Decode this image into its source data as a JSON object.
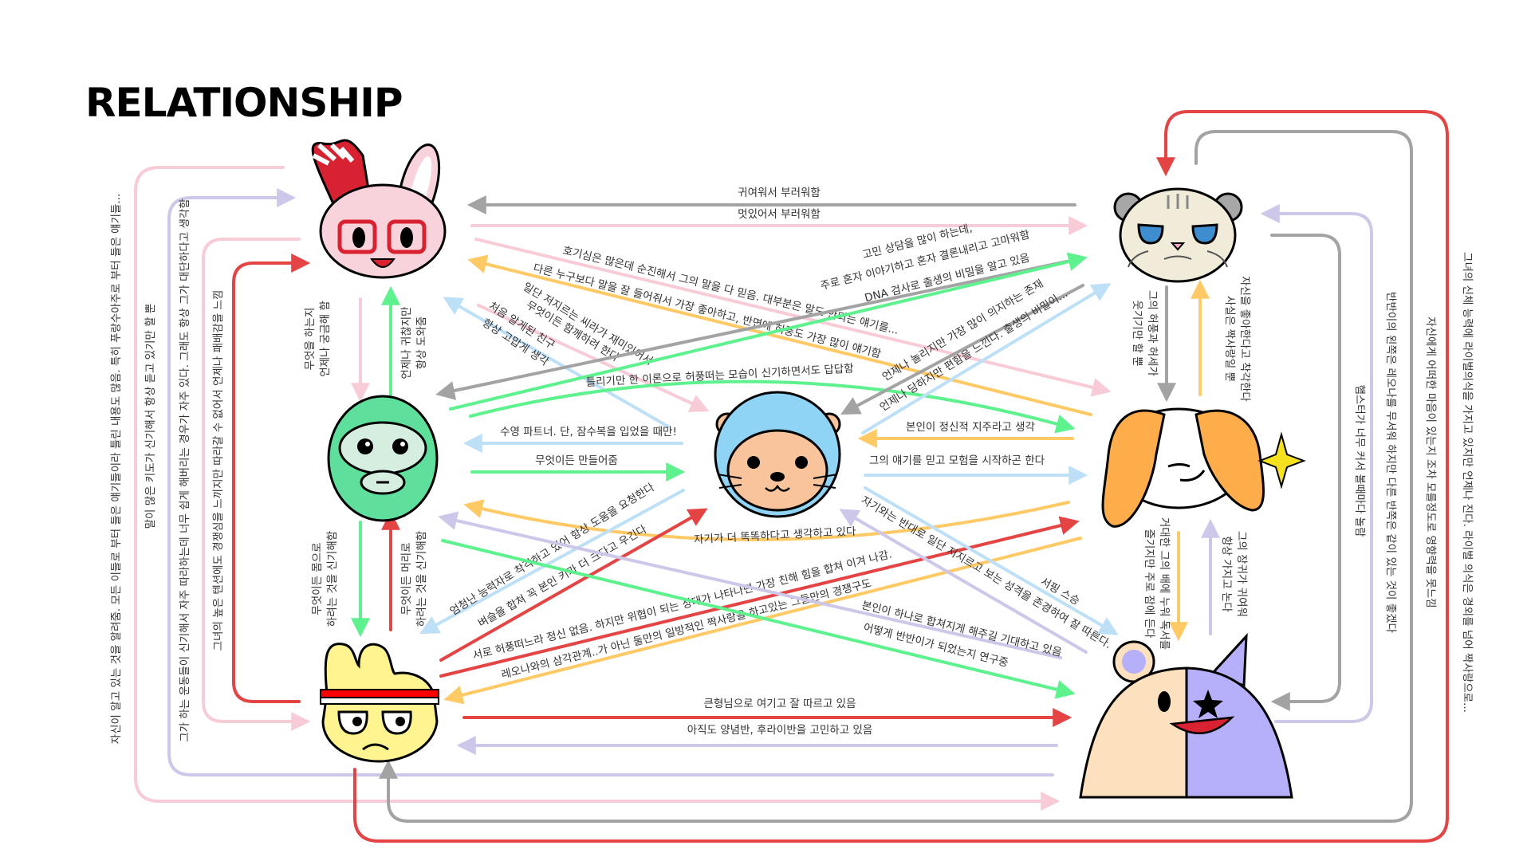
{
  "title": "RELATIONSHIP",
  "colors": {
    "gray": "#a3a3a3",
    "pink": "#f8ccd6",
    "red": "#e54444",
    "green": "#5ef28e",
    "blue": "#bde0f7",
    "orange": "#ffc966",
    "purple": "#cdc8ea"
  },
  "characters": [
    {
      "id": "rabbit",
      "icon": "pink-rabbit-with-striped-hat-icon"
    },
    {
      "id": "ninja",
      "icon": "green-masked-ninja-icon"
    },
    {
      "id": "rooster",
      "icon": "yellow-rooster-with-headband-icon"
    },
    {
      "id": "otter",
      "icon": "otter-in-blue-hood-icon"
    },
    {
      "id": "cat",
      "icon": "grumpy-cat-icon"
    },
    {
      "id": "dog",
      "icon": "orange-eared-dog-icon"
    },
    {
      "id": "hamster",
      "icon": "half-and-half-hamster-icon"
    }
  ],
  "relations": [
    {
      "from": "cat",
      "to": "rabbit",
      "color": "gray",
      "lines": [
        "귀여워서 부러워함"
      ]
    },
    {
      "from": "rabbit",
      "to": "cat",
      "color": "pink",
      "lines": [
        "멋있어서 부러워함"
      ]
    },
    {
      "from": "rabbit",
      "to": "dog",
      "color": "pink",
      "lines": [
        "호기심은 많은데 순진해서 그의 말을 다 믿음. 대부분은 말도 안되는 얘기를..."
      ]
    },
    {
      "from": "dog",
      "to": "rabbit",
      "color": "orange",
      "lines": [
        "다른 누구보다 말을 잘 들어줘서 가장 좋아하고, 반면에 허풍도 가장 많이 얘기함"
      ]
    },
    {
      "from": "rabbit",
      "to": "otter",
      "color": "pink",
      "lines": [
        "일단 저지르는 씨라가 재미있어서",
        "무엇이든 함께하려 한다"
      ]
    },
    {
      "from": "otter",
      "to": "rabbit",
      "color": "blue",
      "lines": [
        "처음 알게된 친구",
        "항상 고맙게 생각"
      ]
    },
    {
      "from": "cat",
      "to": "ninja",
      "color": "gray",
      "lines": [
        "고민 상담을 많이 하는데,",
        "주로 혼자 이야기하고 혼자 결론내리고 고마워함"
      ]
    },
    {
      "from": "ninja",
      "to": "cat",
      "color": "green",
      "lines": [
        "DNA 검사로 출생의 비밀을 알고 있음"
      ]
    },
    {
      "from": "ninja",
      "to": "dog",
      "color": "green",
      "lines": [
        "틀리기만 한 이론으로 허풍떠는 모습이 신기하면서도 답답함"
      ]
    },
    {
      "from": "cat",
      "to": "otter",
      "color": "gray",
      "lines": [
        "언제나 놀리지만 가장 많이 의지하는 존재"
      ]
    },
    {
      "from": "otter",
      "to": "cat",
      "color": "blue",
      "lines": [
        "언제나 당하지만 편함을 느낀다. 출생의 비밀이..."
      ]
    },
    {
      "from": "dog",
      "to": "otter",
      "color": "orange",
      "lines": [
        "본인이 정신적 지주라고 생각"
      ]
    },
    {
      "from": "otter",
      "to": "dog",
      "color": "blue",
      "lines": [
        "그의 얘기를 믿고 모험을 시작하곤 한다"
      ]
    },
    {
      "from": "otter",
      "to": "ninja",
      "color": "blue",
      "lines": [
        "수영 파트너. 단, 잠수복을 입었을 때만!"
      ]
    },
    {
      "from": "ninja",
      "to": "otter",
      "color": "green",
      "lines": [
        "무엇이든 만들어줌"
      ]
    },
    {
      "from": "otter",
      "to": "ninja",
      "color": "orange",
      "lines": [
        "자기가 더 똑똑하다고 생각하고 있다"
      ]
    },
    {
      "from": "otter",
      "to": "rooster",
      "color": "blue",
      "lines": [
        "엄청난 능력자로 착각하고 있어 항상 도움을 요청한다"
      ]
    },
    {
      "from": "rooster",
      "to": "otter",
      "color": "red",
      "lines": [
        "벼슬을 합쳐 꼭 본인 키가 더 크다고 우긴다"
      ]
    },
    {
      "from": "rooster",
      "to": "dog",
      "color": "red",
      "lines": [
        "서로 허풍떠느라 정신 없음. 하지만 위협이 되는 상대가 나타나면 가장 친해 힘을 합쳐 이겨 나감."
      ]
    },
    {
      "from": "dog",
      "to": "rooster",
      "color": "orange",
      "lines": [
        "레오나와의 삼각관계..가 아닌 둘만의 일방적인 짝사랑을 하고있는 그들만의 경쟁구도"
      ]
    },
    {
      "from": "hamster",
      "to": "ninja",
      "color": "purple",
      "lines": [
        "본인이 하나로 합쳐지게 해주길 기대하고 있음"
      ]
    },
    {
      "from": "ninja",
      "to": "hamster",
      "color": "green",
      "lines": [
        "어떻게 반반이가 되었는지 연구중"
      ]
    },
    {
      "from": "hamster",
      "to": "otter",
      "color": "purple",
      "lines": [
        "자기와는 반대로 일단 저지르고 보는 성격을 존경하여 잘 따른다."
      ]
    },
    {
      "from": "otter",
      "to": "hamster",
      "color": "blue",
      "lines": [
        "서핑 스승"
      ]
    },
    {
      "from": "rooster",
      "to": "hamster",
      "color": "red",
      "lines": [
        "큰형님으로 여기고 잘 따르고 있음"
      ]
    },
    {
      "from": "hamster",
      "to": "rooster",
      "color": "purple",
      "lines": [
        "아직도 양념반, 후라이반을 고민하고 있음"
      ]
    },
    {
      "from": "rabbit",
      "to": "ninja",
      "color": "pink",
      "lines": [
        "무엇을 하는지",
        "언제나 궁금해 함"
      ]
    },
    {
      "from": "ninja",
      "to": "rabbit",
      "color": "green",
      "lines": [
        "언제나 귀찮지만",
        "항상 도와줌"
      ]
    },
    {
      "from": "ninja",
      "to": "rooster",
      "color": "green",
      "lines": [
        "무엇이든 몸으로",
        "하려는 것을 신기해함"
      ]
    },
    {
      "from": "rooster",
      "to": "ninja",
      "color": "red",
      "lines": [
        "무엇이든 머리로",
        "하려는 것을 신기해함"
      ]
    },
    {
      "from": "cat",
      "to": "dog",
      "color": "gray",
      "lines": [
        "그의 허풍과 허세가",
        "웃기기만 할 뿐"
      ]
    },
    {
      "from": "dog",
      "to": "cat",
      "color": "orange",
      "lines": [
        "자신을 좋아한다고 착각한다",
        "사실은 짝사랑일 뿐"
      ]
    },
    {
      "from": "dog",
      "to": "hamster",
      "color": "orange",
      "lines": [
        "거대한 그의 배에 누워 독서를",
        "즐기지만 주로 잠에 든다"
      ]
    },
    {
      "from": "hamster",
      "to": "dog",
      "color": "purple",
      "lines": [
        "그의 장귀가 귀여워",
        "항상 가지고 논다"
      ]
    },
    {
      "from": "rabbit",
      "to": "hamster",
      "color": "pink",
      "lines": [
        "자신이 알고 있는 것을 알려줌. 모든 이들로 부터 들은 얘기들이라 틀린 내용도 많음. 특히 푸랑수아주로 부터 들은 얘기들..."
      ]
    },
    {
      "from": "hamster",
      "to": "rabbit",
      "color": "purple",
      "lines": [
        "말이 많은 키도가 신기해서 항상 듣고 있기만 할 뿐"
      ]
    },
    {
      "from": "rabbit",
      "to": "rooster",
      "color": "pink",
      "lines": [
        "그가 하는 운동들이 신기해서 자주 따라하는데 너무 쉽게 해버리는 경우가 자주 있다. 그래도 항상 그가 대단하다고 생각함"
      ]
    },
    {
      "from": "rooster",
      "to": "rabbit",
      "color": "red",
      "lines": [
        "그녀의 높은 텐션에도 경쟁심을 느끼지만 따라갈 수 없어서 언제나 패배감을 느낌"
      ]
    },
    {
      "from": "rooster",
      "to": "cat",
      "color": "red",
      "lines": [
        "그녀의 신체 능력에 라이벌의식을 가지고 있지만 언제나 진다. 라이벌 의식은 경외를 넘어 짝사랑으로..."
      ]
    },
    {
      "from": "cat",
      "to": "rooster",
      "color": "gray",
      "lines": [
        "자신에게 어떠한 마음이 있는지 조차 모를정도로 영향력을 못느낌"
      ]
    },
    {
      "from": "hamster",
      "to": "cat",
      "color": "purple",
      "lines": [
        "반반이의 왼쪽은 레오나를 무서워 하지만 다른 반쪽은 같이 있는 것이 좋겠다"
      ]
    },
    {
      "from": "cat",
      "to": "hamster",
      "color": "gray",
      "lines": [
        "햄스터가 너무 커서 볼때마다 놀람"
      ]
    }
  ]
}
